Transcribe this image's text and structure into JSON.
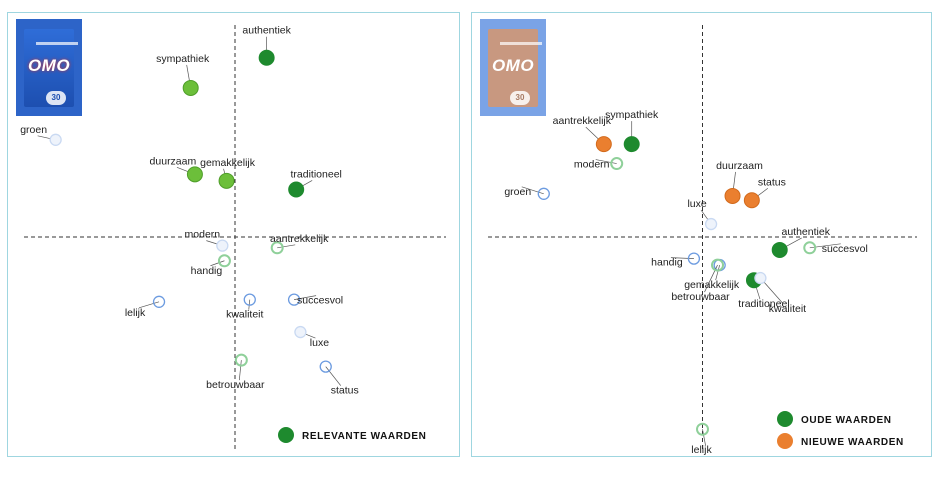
{
  "colors": {
    "old_value": "#1e8a2e",
    "relevant_value": "#6cbf3a",
    "new_value": "#ea7f2f",
    "open_blue": "#6c9be0",
    "open_green": "#8fd09a",
    "open_blue_light": "#c9d9f2",
    "axis": "#333333",
    "panel_border": "#9fd6e0"
  },
  "packs": {
    "left": {
      "brand": "OMO",
      "dose": "30"
    },
    "right": {
      "brand": "OMO",
      "dose": "30"
    }
  },
  "chart_data": [
    {
      "type": "scatter",
      "title": "",
      "xlabel": "",
      "ylabel": "",
      "xlim": [
        -10,
        10
      ],
      "ylim": [
        -10,
        10
      ],
      "axes": "quadrant",
      "grid": false,
      "legend": [
        {
          "label": "RELEVANTE WAARDEN",
          "color": "#1e8a2e",
          "placement": "bottom-right"
        }
      ],
      "points": [
        {
          "label": "authentiek",
          "x": 1.5,
          "y": 8.3,
          "style": "old"
        },
        {
          "label": "sympathiek",
          "x": -2.1,
          "y": 6.9,
          "style": "relevant"
        },
        {
          "label": "groen",
          "x": -8.5,
          "y": 4.5,
          "style": "open-light"
        },
        {
          "label": "duurzaam",
          "x": -1.9,
          "y": 2.9,
          "style": "relevant"
        },
        {
          "label": "gemakkelijk",
          "x": -0.4,
          "y": 2.6,
          "style": "relevant"
        },
        {
          "label": "traditioneel",
          "x": 2.9,
          "y": 2.2,
          "style": "old"
        },
        {
          "label": "modern",
          "x": -0.6,
          "y": -0.4,
          "style": "open-light"
        },
        {
          "label": "aantrekkelijk",
          "x": 2.0,
          "y": -0.5,
          "style": "open-green"
        },
        {
          "label": "handig",
          "x": -0.5,
          "y": -1.1,
          "style": "open-green"
        },
        {
          "label": "lelijk",
          "x": -3.6,
          "y": -3.0,
          "style": "open-blue"
        },
        {
          "label": "kwaliteit",
          "x": 0.7,
          "y": -2.9,
          "style": "open-blue"
        },
        {
          "label": "succesvol",
          "x": 2.8,
          "y": -2.9,
          "style": "open-blue"
        },
        {
          "label": "luxe",
          "x": 3.1,
          "y": -4.4,
          "style": "open-light"
        },
        {
          "label": "betrouwbaar",
          "x": 0.3,
          "y": -5.7,
          "style": "open-green"
        },
        {
          "label": "status",
          "x": 4.3,
          "y": -6.0,
          "style": "open-blue"
        }
      ]
    },
    {
      "type": "scatter",
      "title": "",
      "xlabel": "",
      "ylabel": "",
      "xlim": [
        -10,
        10
      ],
      "ylim": [
        -10,
        10
      ],
      "axes": "quadrant",
      "grid": false,
      "legend": [
        {
          "label": "OUDE WAARDEN",
          "color": "#1e8a2e",
          "placement": "bottom-right"
        },
        {
          "label": "NIEUWE WAARDEN",
          "color": "#ea7f2f",
          "placement": "bottom-right"
        }
      ],
      "points": [
        {
          "label": "aantrekkelijk",
          "x": -4.6,
          "y": 4.3,
          "style": "new"
        },
        {
          "label": "sympathiek",
          "x": -3.3,
          "y": 4.3,
          "style": "old"
        },
        {
          "label": "modern",
          "x": -4.0,
          "y": 3.4,
          "style": "open-green"
        },
        {
          "label": "duurzaam",
          "x": 1.4,
          "y": 1.9,
          "style": "new"
        },
        {
          "label": "status",
          "x": 2.3,
          "y": 1.7,
          "style": "new"
        },
        {
          "label": "groen",
          "x": -7.4,
          "y": 2.0,
          "style": "open-blue"
        },
        {
          "label": "luxe",
          "x": 0.4,
          "y": 0.6,
          "style": "open-light"
        },
        {
          "label": "authentiek",
          "x": 3.6,
          "y": -0.6,
          "style": "old"
        },
        {
          "label": "succesvol",
          "x": 5.0,
          "y": -0.5,
          "style": "open-green"
        },
        {
          "label": "handig",
          "x": -0.4,
          "y": -1.0,
          "style": "open-blue"
        },
        {
          "label": "gemakkelijk",
          "x": 0.8,
          "y": -1.3,
          "style": "open-blue"
        },
        {
          "label": "betrouwbaar",
          "x": 0.7,
          "y": -1.3,
          "style": "open-green"
        },
        {
          "label": "traditioneel",
          "x": 2.4,
          "y": -2.0,
          "style": "old"
        },
        {
          "label": "kwaliteit",
          "x": 2.7,
          "y": -1.9,
          "style": "open-light"
        },
        {
          "label": "lelijk",
          "x": 0.0,
          "y": -8.9,
          "style": "open-green"
        }
      ]
    }
  ]
}
